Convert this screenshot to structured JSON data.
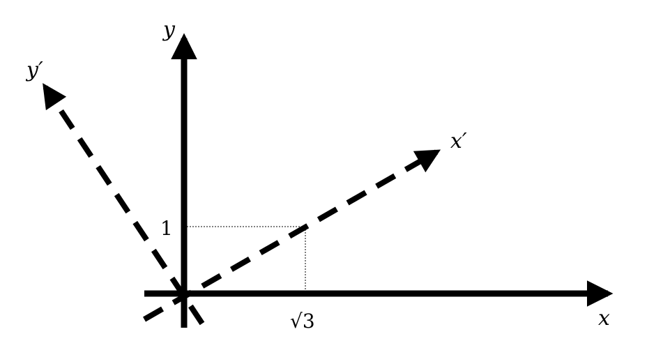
{
  "labels": {
    "x_axis": "x",
    "y_axis": "y",
    "x_prime_axis": "x′",
    "y_prime_axis": "y′",
    "tick_one": "1",
    "tick_sqrt3": "√3"
  },
  "colors": {
    "ink": "#000000",
    "background": "#ffffff"
  }
}
